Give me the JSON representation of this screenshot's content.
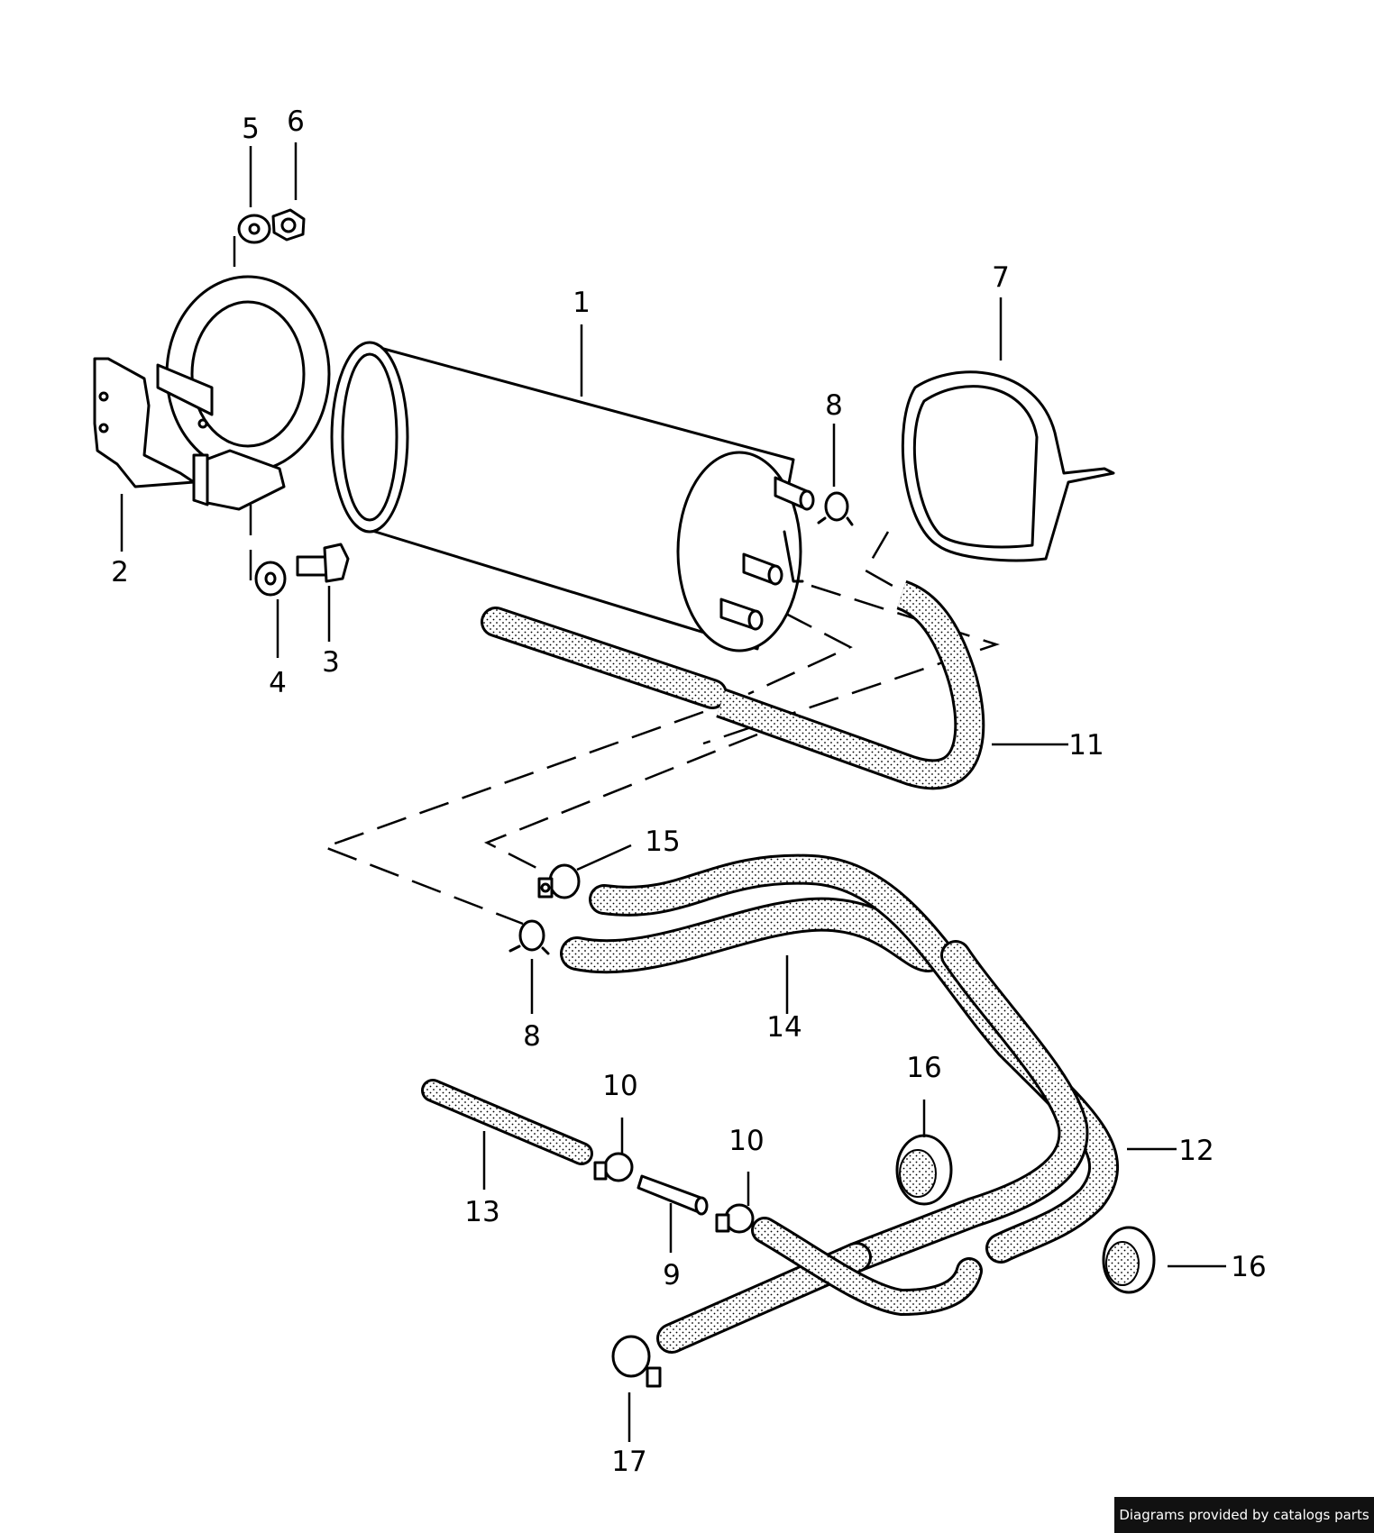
{
  "diagram": {
    "callouts": {
      "c1": "1",
      "c2": "2",
      "c3": "3",
      "c4": "4",
      "c5": "5",
      "c6": "6",
      "c7": "7",
      "c8a": "8",
      "c8b": "8",
      "c9": "9",
      "c10a": "10",
      "c10b": "10",
      "c11": "11",
      "c12": "12",
      "c13": "13",
      "c14": "14",
      "c15": "15",
      "c16a": "16",
      "c16b": "16",
      "c17": "17"
    }
  },
  "footer": {
    "credit": "Diagrams provided by catalogs parts"
  }
}
